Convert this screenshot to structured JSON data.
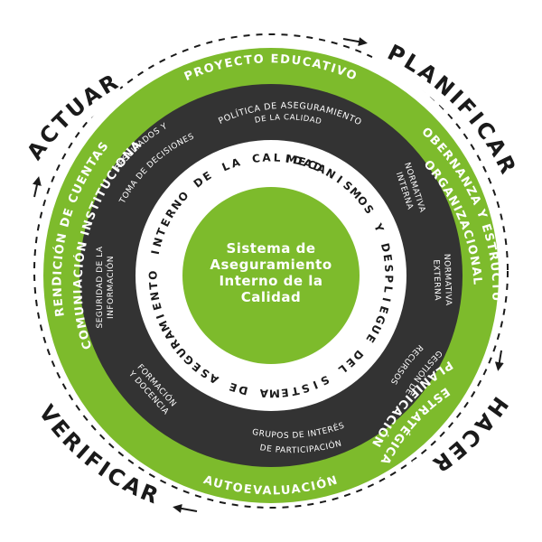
{
  "colors": {
    "green": "#7dbb2c",
    "dark": "#333333",
    "white": "#ffffff",
    "black": "#1a1a1a"
  },
  "cycle": {
    "planificar": "PLANIFICAR",
    "hacer": "HACER",
    "verificar": "VERIFICAR",
    "actuar": "ACTUAR"
  },
  "outer_ring": {
    "proyecto": "PROYECTO EDUCATIVO",
    "gobernanza_1": "GOBERNANZA Y ESTRUCTURA",
    "gobernanza_2": "ORGANIZACIONAL",
    "planificacion_1": "PLANIFICACIÓN",
    "planificacion_2": "ESTRATÉGICA",
    "autoevaluacion": "AUTOEVALUACIÓN",
    "rendicion_1": "RENDICIÓN DE CUENTAS",
    "rendicion_2": "Y COMUNIACIÓN INSTITUCIONAL"
  },
  "middle_ring": {
    "politica_1": "POLÍTICA DE ASEGURAMIENTO",
    "politica_2": "DE LA CALIDAD",
    "norm_int_1": "NORMATIVA",
    "norm_int_2": "INTERNA",
    "norm_ext_1": "NORMATIVA",
    "norm_ext_2": "EXTERNA",
    "gestion_1": "GESTIÓN DE",
    "gestion_2": "RECURSOS",
    "grupos_1": "GRUPOS DE INTERÉS",
    "grupos_2": "DE PARTICIPACIÓN",
    "formacion_1": "FORMACIÓN",
    "formacion_2": "Y DOCENCIA",
    "seguridad_1": "SEGURIDAD DE LA",
    "seguridad_2": "INFORMACIÓN",
    "resultados_1": "RESULTADOS Y",
    "resultados_2": "TOMA DE DECISIONES"
  },
  "inner_ring": {
    "mecanismos": "MECANISMOS Y DESPLIEGUE DEL SISTEMA DE ASEGURAMIENTO",
    "interno": "INTERNO DE LA CALIDAD"
  },
  "center": {
    "line1": "Sistema de",
    "line2": "Aseguramiento",
    "line3": "Interno de la",
    "line4": "Calidad"
  }
}
